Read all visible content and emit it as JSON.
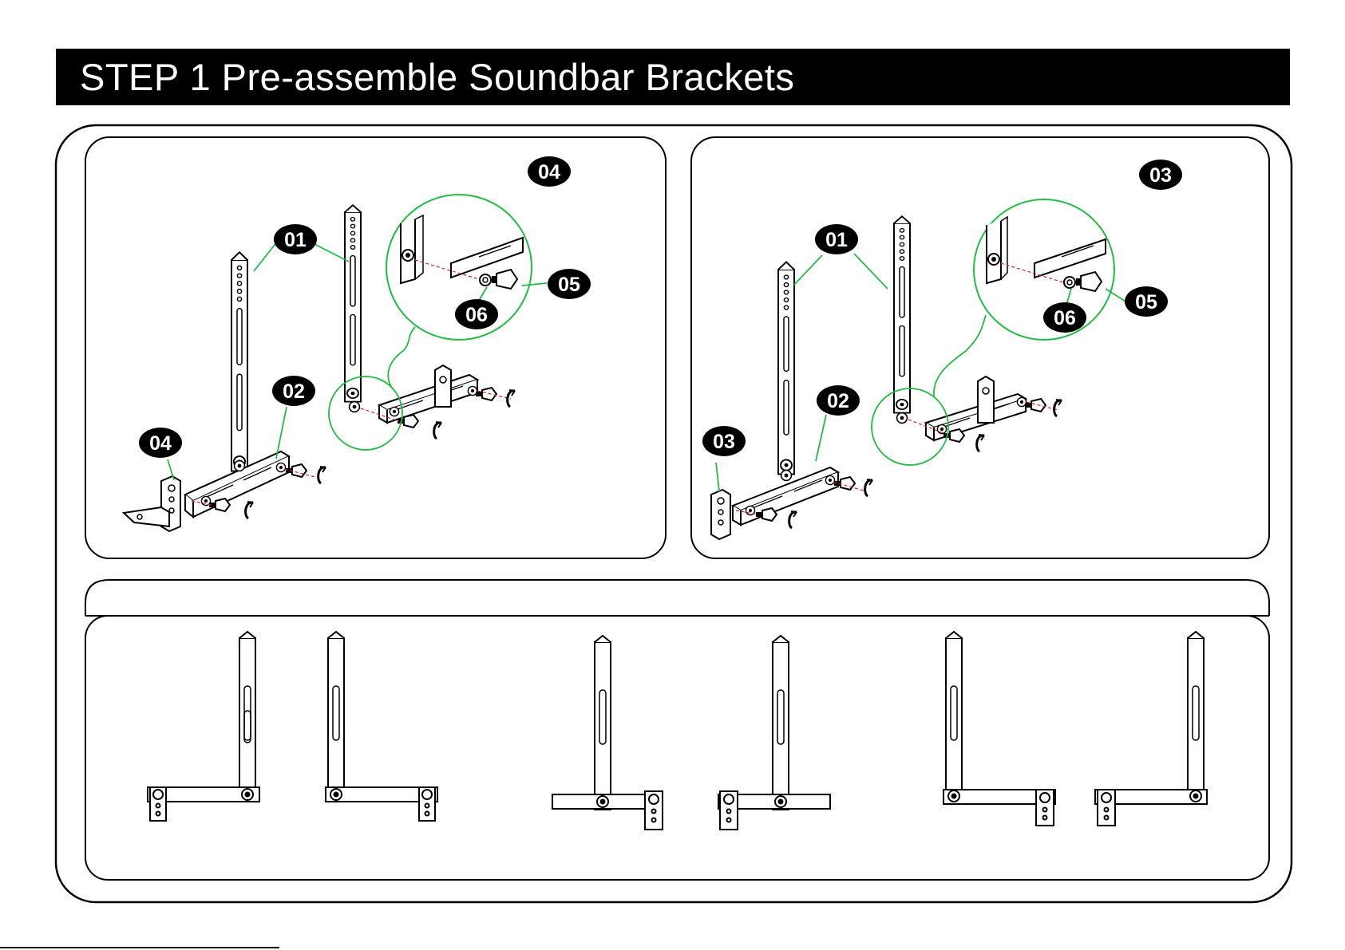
{
  "title": "STEP 1 Pre-assemble Soundbar  Brackets",
  "panels": {
    "left": {
      "header_label": "04",
      "callouts": {
        "post": "01",
        "arm": "02",
        "bracket": "04",
        "knob": "05",
        "washer": "06"
      }
    },
    "right": {
      "header_label": "03",
      "callouts": {
        "post": "01",
        "arm": "02",
        "bracket": "03",
        "knob": "05",
        "washer": "06"
      }
    }
  },
  "colors": {
    "leader_line": "#22bb44",
    "dashed_axis": "#dd2222",
    "ink": "#000000"
  }
}
